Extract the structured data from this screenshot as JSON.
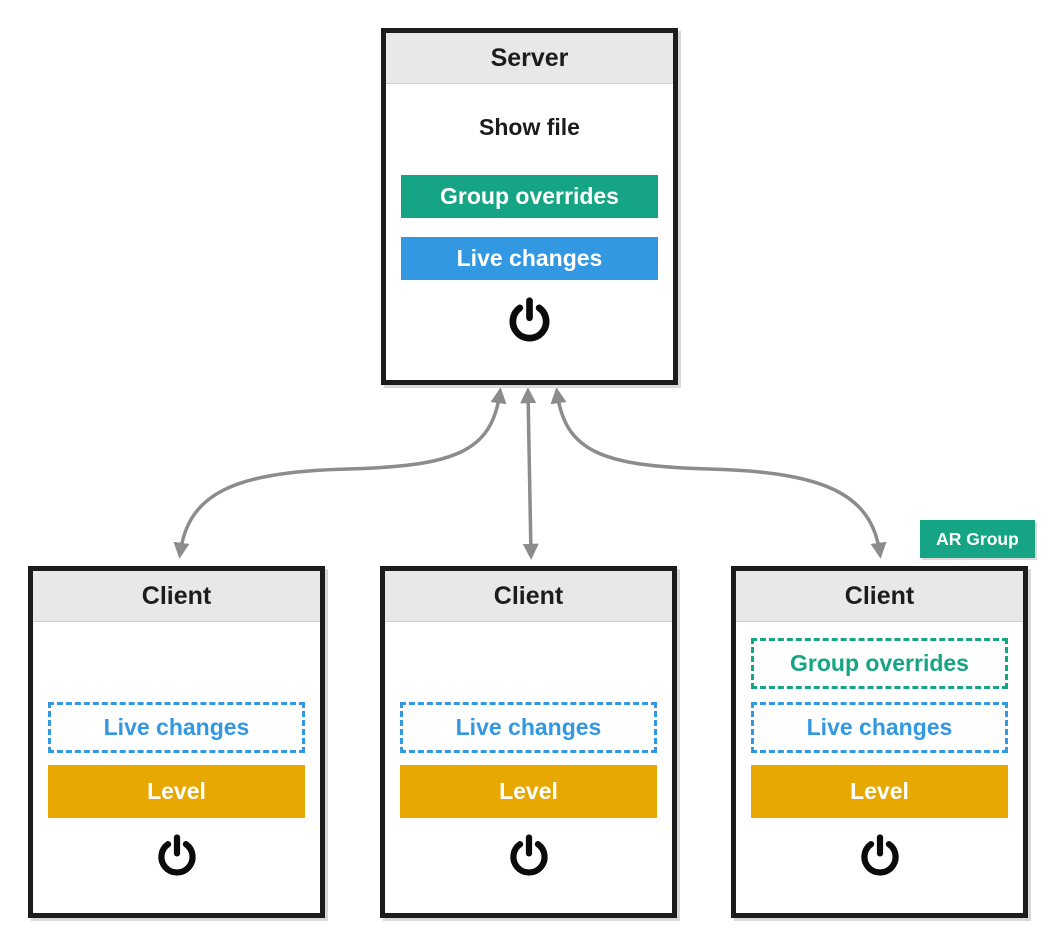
{
  "diagram": {
    "server": {
      "title": "Server",
      "show_file": "Show file",
      "group_overrides": "Group overrides",
      "live_changes": "Live changes"
    },
    "clients": [
      {
        "title": "Client",
        "live_changes": "Live changes",
        "level": "Level"
      },
      {
        "title": "Client",
        "live_changes": "Live changes",
        "level": "Level"
      },
      {
        "title": "Client",
        "badge": "AR Group",
        "group_overrides": "Group overrides",
        "live_changes": "Live changes",
        "level": "Level"
      }
    ],
    "icons": {
      "power": "power-icon",
      "arrow": "bidirectional-arrow"
    },
    "colors": {
      "green": "#15a484",
      "blue": "#3398e2",
      "orange": "#e7a802",
      "arrow_gray": "#8c8c8c",
      "box_border": "#1c1c1c",
      "header_bg": "#e8e8e8"
    }
  }
}
